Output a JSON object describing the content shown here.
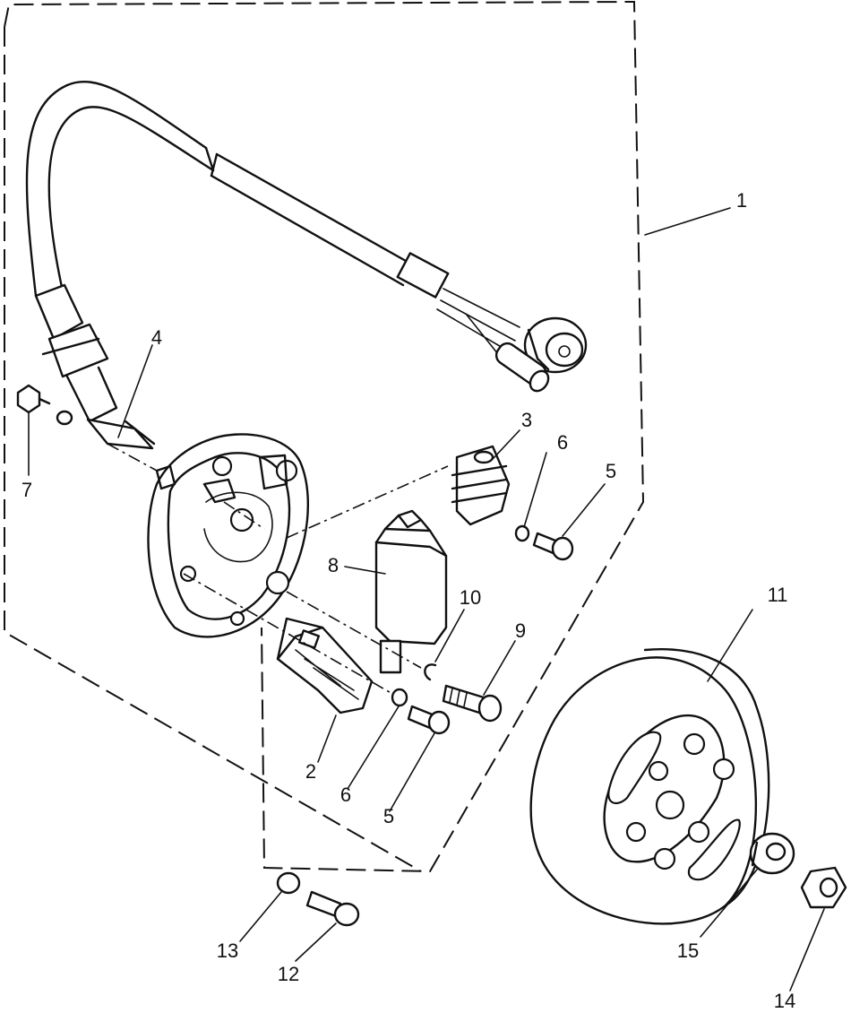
{
  "labels": {
    "p1": "1",
    "p2": "2",
    "p3": "3",
    "p4": "4",
    "p5a": "5",
    "p5b": "5",
    "p6a": "6",
    "p6b": "6",
    "p7": "7",
    "p8": "8",
    "p9": "9",
    "p10": "10",
    "p11": "11",
    "p12": "12",
    "p13": "13",
    "p14": "14",
    "p15": "15"
  }
}
